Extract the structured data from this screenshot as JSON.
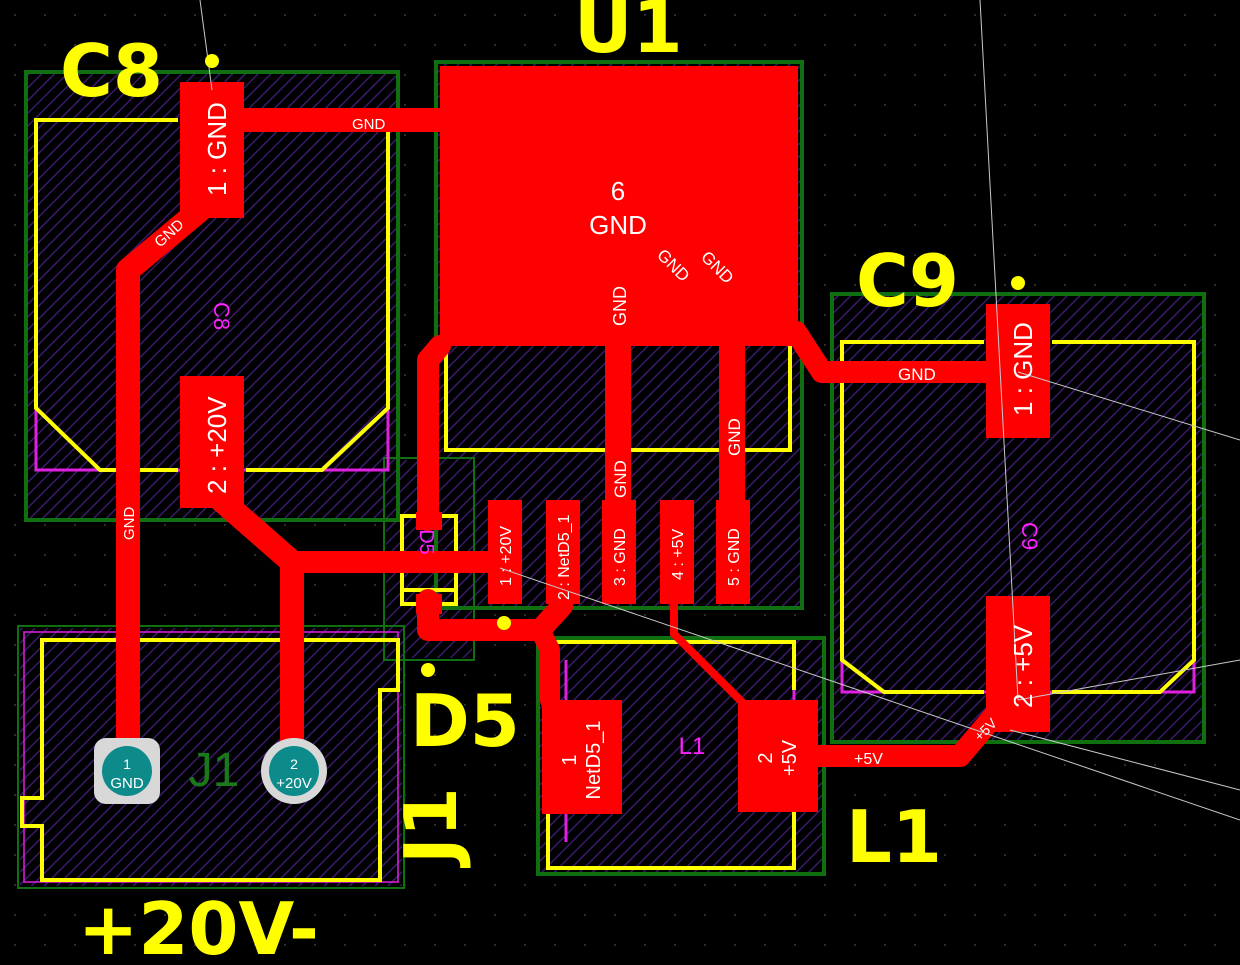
{
  "colors": {
    "background": "#000000",
    "copper": "#ff0000",
    "silkscreen": "#ffff00",
    "courtyard": "#107010",
    "fab_outline": "#e020e0",
    "hatch": "#3a1a6a",
    "ratsnest": "#c8c8c8",
    "via_pad": "#0d8a8a"
  },
  "board_label": "+20V-",
  "components": {
    "C8": {
      "ref": "C8",
      "fab_ref": "C8",
      "pad1": {
        "num": "1",
        "net": "GND"
      },
      "pad2": {
        "num": "2",
        "net": "+20V"
      }
    },
    "C9": {
      "ref": "C9",
      "fab_ref": "C9",
      "pad1": {
        "num": "1",
        "net": "GND"
      },
      "pad2": {
        "num": "2",
        "net": "+5V"
      }
    },
    "U1": {
      "ref": "U1",
      "tab": {
        "num": "6",
        "net": "GND"
      },
      "pins": [
        {
          "num": "1",
          "net": "+20V"
        },
        {
          "num": "2",
          "net": "NetD5_1"
        },
        {
          "num": "3",
          "net": "GND"
        },
        {
          "num": "4",
          "net": "+5V"
        },
        {
          "num": "5",
          "net": "GND"
        }
      ]
    },
    "D5": {
      "ref": "D5",
      "fab_ref": "D5"
    },
    "L1": {
      "ref": "L1",
      "fab_ref": "L1",
      "pad1": {
        "num": "1",
        "net": "NetD5_1"
      },
      "pad2": {
        "num": "2",
        "net": "+5V"
      }
    },
    "J1": {
      "ref": "J1",
      "fab_ref": "J1",
      "pins": [
        {
          "num": "1",
          "net": "GND"
        },
        {
          "num": "2",
          "net": "+20V"
        }
      ]
    }
  },
  "trace_labels": {
    "gnd_top": "GND",
    "gnd_c8_diag": "GND",
    "gnd_c8_vert": "GND",
    "gnd_u1_vert": "GND",
    "gnd_u1_diag1": "GND",
    "gnd_u1_diag2": "GND",
    "gnd_pin3": "GND",
    "gnd_pin5": "GND",
    "gnd_c9": "GND",
    "p5v_l1": "+5V",
    "p5v_c9": "+5V"
  }
}
